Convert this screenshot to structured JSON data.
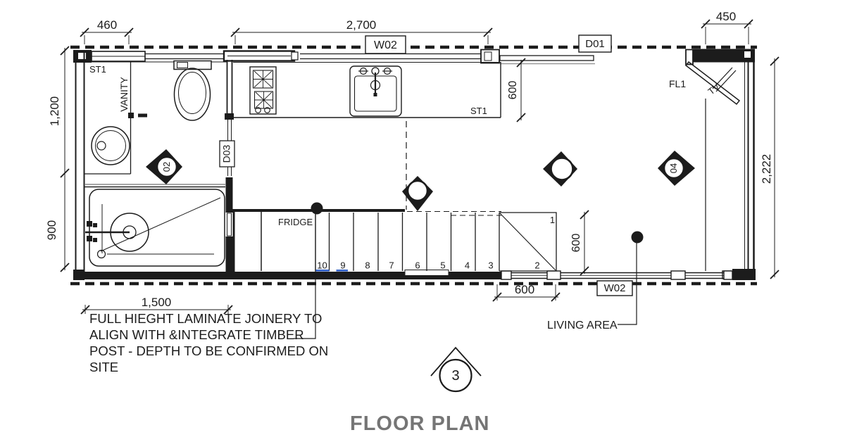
{
  "drawing": {
    "title": "FLOOR PLAN",
    "sheet_marker_number": "3"
  },
  "dimensions": {
    "top_left": "460",
    "top_middle": "2,700",
    "top_right": "450",
    "left_upper": "1,200",
    "left_lower": "900",
    "right_side": "2,222",
    "kitchen_bench_depth": "600",
    "living_post_offset": "600",
    "bottom_stair_width": "600",
    "bottom_joinery_length": "1,500"
  },
  "window_door_tags": {
    "w02_top": "W02",
    "d01": "D01",
    "d03": "D03",
    "w02_bottom": "W02"
  },
  "finish_tags": {
    "st1_bathroom": "ST1",
    "st1_kitchen": "ST1",
    "fl1": "FL1"
  },
  "fixture_labels": {
    "vanity": "VANITY",
    "fridge": "FRIDGE",
    "tv": "TV",
    "living_area": "LIVING AREA"
  },
  "elevation_markers": {
    "left": "02",
    "right": "04"
  },
  "stair_numbers": [
    "10",
    "9",
    "8",
    "7",
    "6",
    "5",
    "4",
    "3",
    "2",
    "1"
  ],
  "note_lines": [
    "FULL HIEGHT LAMINATE JOINERY TO",
    "ALIGN WITH &INTEGRATE TIMBER",
    "POST - DEPTH TO BE CONFIRMED ON",
    "SITE"
  ],
  "colors": {
    "ink": "#1c1c1c",
    "title_gray": "#757575",
    "link_blue": "#2e5ec7",
    "door_track_gray": "#999999"
  }
}
